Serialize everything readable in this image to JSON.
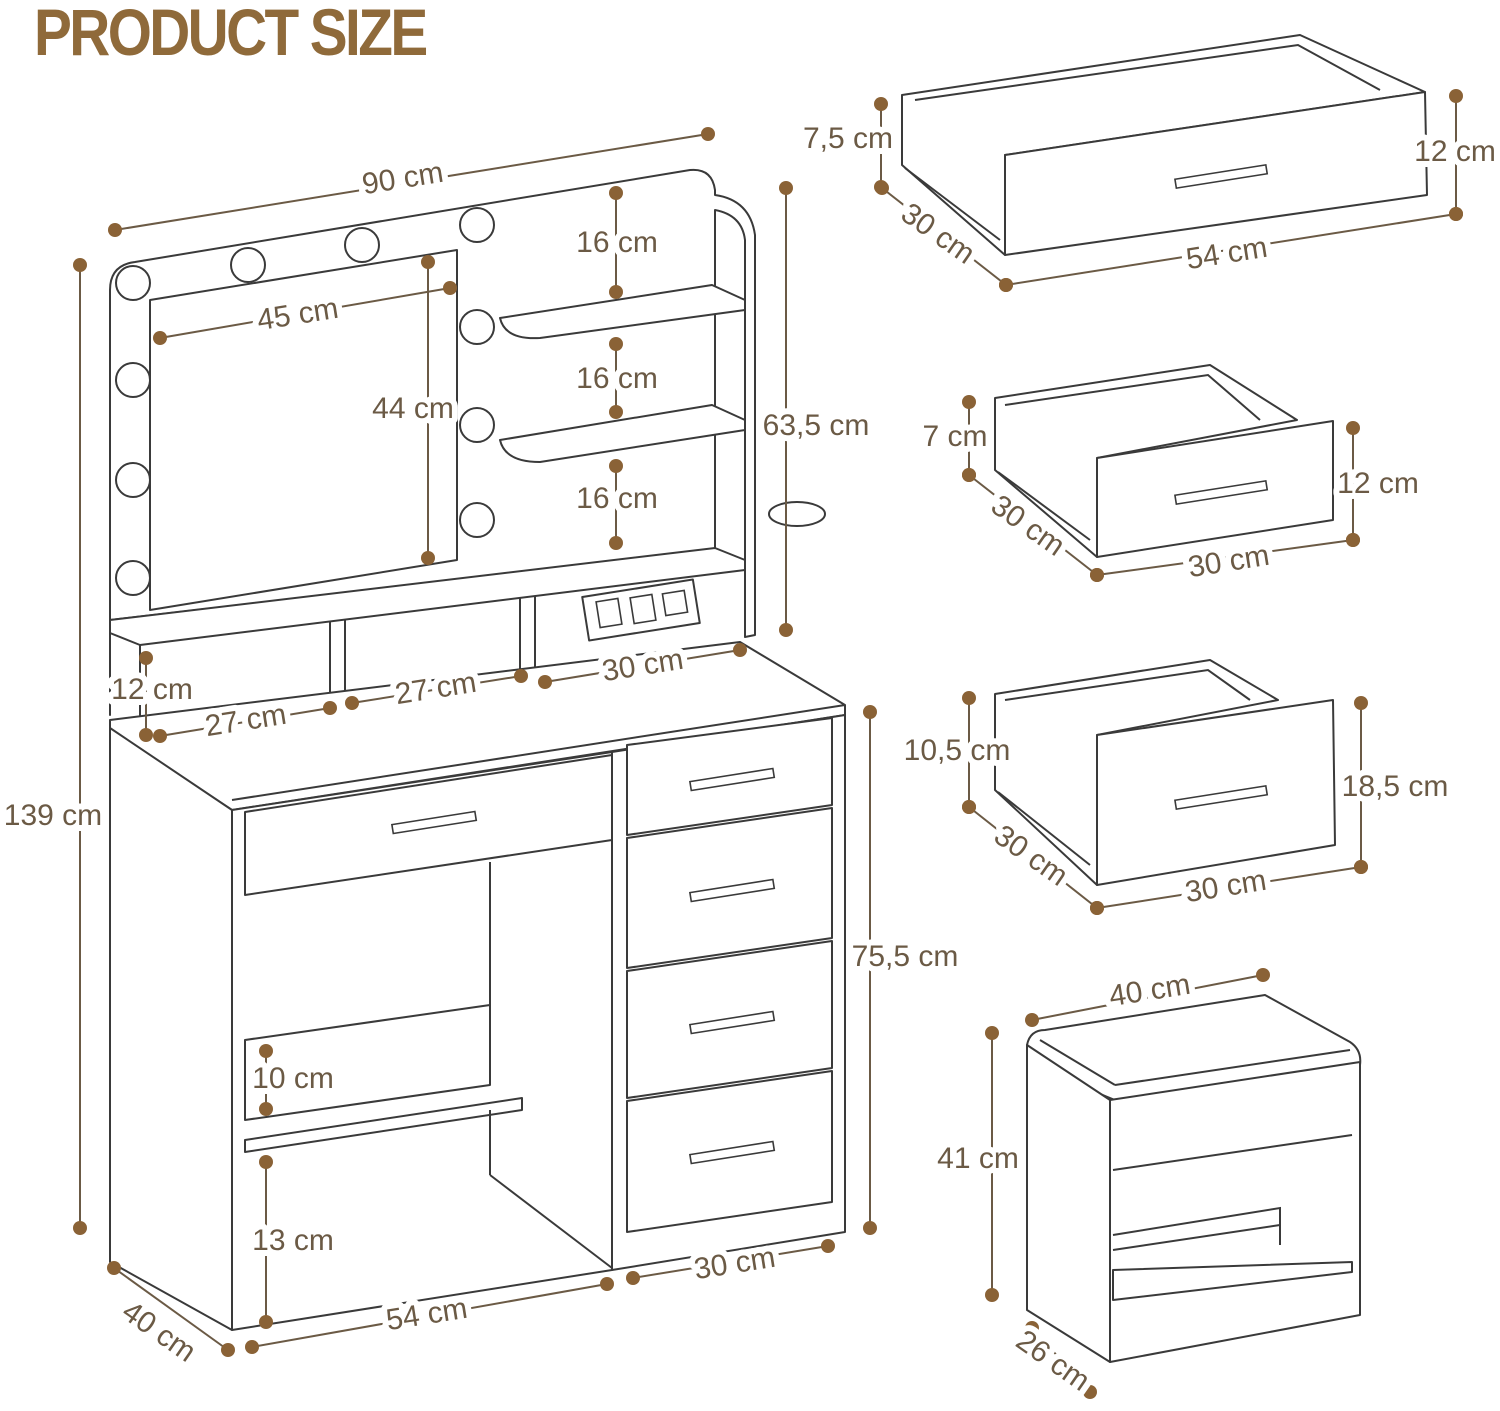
{
  "title": "PRODUCT SIZE",
  "accent_color": "#8f6a3a",
  "vanity_dimensions": [
    "90 cm",
    "139 cm",
    "45 cm",
    "44 cm",
    "16 cm",
    "16 cm",
    "16 cm",
    "63,5 cm",
    "12 cm",
    "27 cm",
    "27 cm",
    "30 cm",
    "75,5 cm",
    "10 cm",
    "13 cm",
    "40 cm",
    "54 cm",
    "30 cm"
  ],
  "large_drawer_dimensions": [
    "7,5 cm",
    "12 cm",
    "30 cm",
    "54 cm"
  ],
  "small_drawer_dimensions": [
    "7 cm",
    "12 cm",
    "30 cm",
    "30 cm"
  ],
  "deep_drawer_dimensions": [
    "10,5 cm",
    "18,5 cm",
    "30 cm",
    "30 cm"
  ],
  "stool_dimensions": [
    "40 cm",
    "41 cm",
    "26 cm"
  ]
}
